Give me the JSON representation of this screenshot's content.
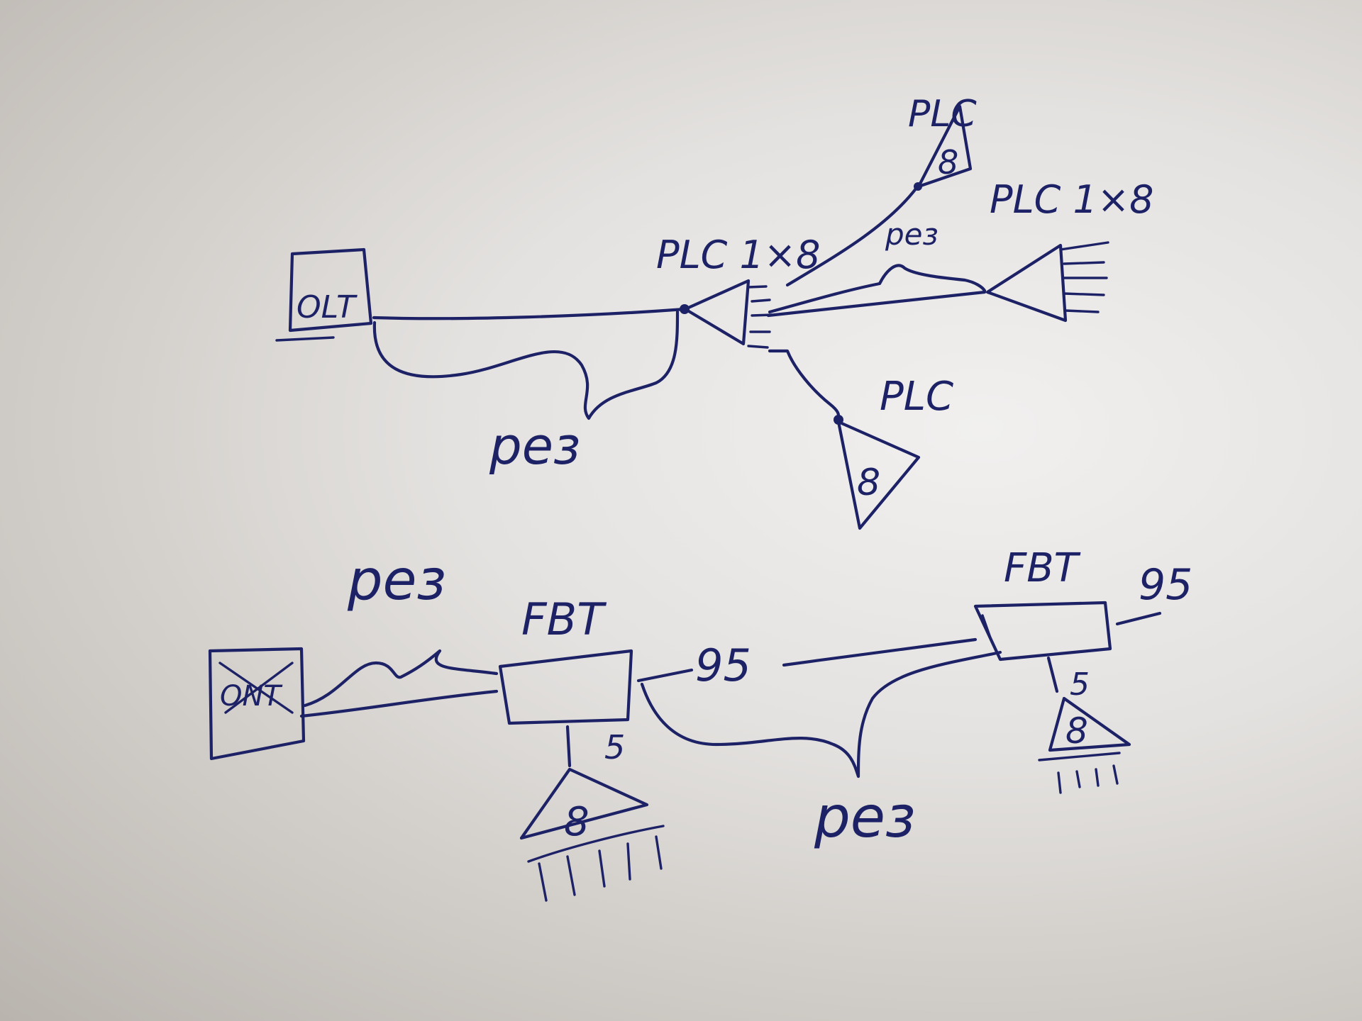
{
  "ink_color": "#1d2266",
  "paper_color": "#e4e2e0",
  "top_diagram": {
    "olt_label": "OLT",
    "splitter_main_label": "PLC 1×8",
    "splitter_right_label": "PLC 1×8",
    "splitter_top_label": "PLC",
    "splitter_bottom_label": "PLC",
    "splitter_top_ports": "8",
    "splitter_bottom_ports": "8",
    "reserve_main_label": "рез",
    "reserve_branch_label": "рез"
  },
  "bottom_diagram": {
    "olt_label": "ONT",
    "reserve_left_label": "рез",
    "fbt_left_label": "FBT",
    "fbt_left_ratio_95": "95",
    "fbt_left_ratio_5": "5",
    "splitter_left_ports": "8",
    "fbt_right_label": "FBT",
    "fbt_right_ratio_95": "95",
    "fbt_right_ratio_5": "5",
    "splitter_right_ports": "8",
    "reserve_bottom_label": "рез"
  }
}
